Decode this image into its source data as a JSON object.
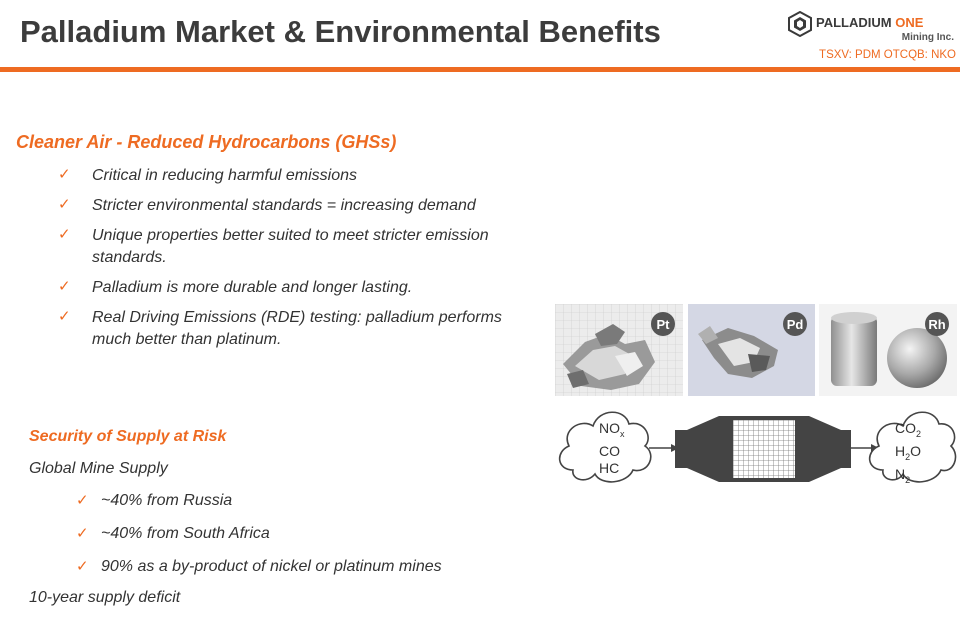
{
  "header": {
    "title": "Palladium Market & Environmental Benefits",
    "logo": {
      "name_primary": "PALLADIUM",
      "name_accent": "ONE",
      "subtitle": "Mining Inc.",
      "tickers": "TSXV: PDM  OTCQB: NKO"
    },
    "accent_color": "#ee6b22"
  },
  "section1": {
    "heading": "Cleaner Air - Reduced Hydrocarbons (GHSs)",
    "bullets": [
      "Critical in reducing harmful emissions",
      "Stricter environmental standards = increasing demand",
      "Unique properties better suited to meet stricter emission standards.",
      "Palladium is more durable and longer lasting.",
      "Real Driving Emissions (RDE) testing: palladium performs much better than platinum."
    ]
  },
  "section2": {
    "heading": "Security of Supply at Risk",
    "intro": "Global Mine Supply",
    "bullets": [
      "~40% from Russia",
      "~40% from South Africa",
      "90% as a by-product of nickel or platinum mines"
    ],
    "footer": "10-year supply deficit"
  },
  "metals": [
    {
      "symbol": "Pt",
      "icon": "platinum-crystal-image"
    },
    {
      "symbol": "Pd",
      "icon": "palladium-crystal-image"
    },
    {
      "symbol": "Rh",
      "icon": "rhodium-pellet-image"
    }
  ],
  "converter_diagram": {
    "inputs": {
      "line1": "NO",
      "line1_sub": "x",
      "line2": "CO",
      "line3": "HC"
    },
    "outputs": {
      "line1": "CO",
      "line1_sub": "2",
      "line2a": "H",
      "line2_sub": "2",
      "line2b": "O",
      "line3": "N",
      "line3_sub": "2"
    }
  }
}
